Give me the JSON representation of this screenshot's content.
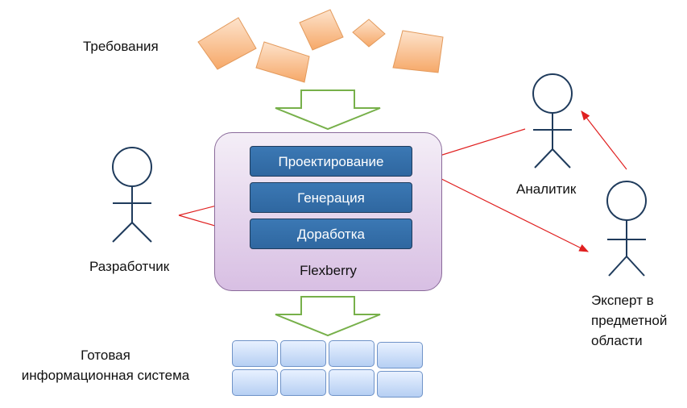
{
  "labels": {
    "requirements": "Требования",
    "developer": "Разработчик",
    "analyst": "Аналитик",
    "expert": [
      "Эксперт в",
      "предметной",
      "области"
    ],
    "result": [
      "Готовая",
      "информационная система"
    ],
    "platform": "Flexberry"
  },
  "stages": [
    {
      "label": "Проектирование"
    },
    {
      "label": "Генерация"
    },
    {
      "label": "Доработка"
    }
  ],
  "colors": {
    "stage_fill": "#2f67a0",
    "platform_fill": "#d8bfe3",
    "arrow_green": "#77b04a",
    "connector_red": "#e02020",
    "actor_stroke": "#1f3b5c",
    "requirement_paper": "#f8b882",
    "system_brick": "#b6cff3"
  }
}
